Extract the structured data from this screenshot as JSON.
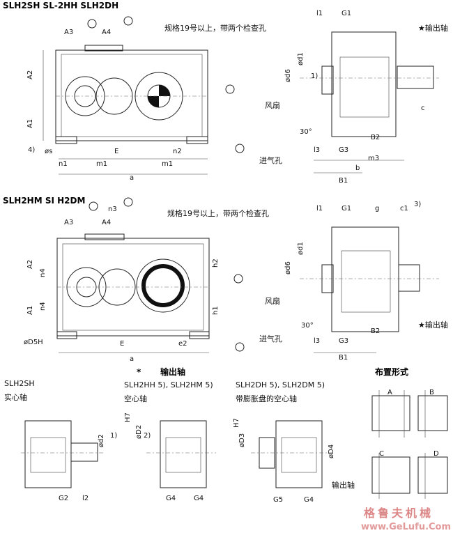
{
  "section1": {
    "title": "SLH2SH  SL-2HH  SLH2DH",
    "note": "规格19号以上，带两个检查孔",
    "dims_front": [
      "A3",
      "A4",
      "A2",
      "A1",
      "4)",
      "øs",
      "n1",
      "m1",
      "E",
      "n2",
      "m1",
      "a"
    ],
    "dims_side": [
      "l1",
      "G1",
      "★输出轴",
      "ød1",
      "ød6",
      "1)",
      "风扇",
      "c",
      "30°",
      "l3",
      "G3",
      "B2",
      "进气孔",
      "m3",
      "b",
      "B1"
    ]
  },
  "section2": {
    "title": "SLH2HM  SI H2DM",
    "note": "规格19号以上，带两个检查孔",
    "dims_front": [
      "n3",
      "A3",
      "A4",
      "A2",
      "n4",
      "n4",
      "A1",
      "øD5H",
      "E",
      "e2",
      "h2",
      "h1",
      "a"
    ],
    "dims_side": [
      "l1",
      "G1",
      "g",
      "c1",
      "3)",
      "ød1",
      "ød6",
      "风扇",
      "30°",
      "★输出轴",
      "进气孔",
      "l3",
      "G3",
      "B2",
      "B1"
    ]
  },
  "section3": {
    "title": "输出轴",
    "star": "*",
    "variants": [
      {
        "name": "SLH2SH",
        "desc": "实心轴",
        "dims": [
          "ød2",
          "1)",
          "G2",
          "l2"
        ]
      },
      {
        "name": "SLH2HH 5), SLH2HM 5)",
        "desc": "空心轴",
        "dims": [
          "H7",
          "øD2",
          "2)",
          "G4",
          "G4"
        ]
      },
      {
        "name": "SLH2DH 5), SLH2DM 5)",
        "desc": "带膨胀盘的空心轴",
        "dims": [
          "H7",
          "øD3",
          "øD4",
          "G5",
          "G4",
          "输出轴"
        ]
      }
    ]
  },
  "section4": {
    "title": "布置形式",
    "layouts": [
      "A",
      "B",
      "C",
      "D"
    ]
  },
  "watermark": {
    "cn": "格鲁夫机械",
    "url": "www.GeLufu.Com"
  }
}
